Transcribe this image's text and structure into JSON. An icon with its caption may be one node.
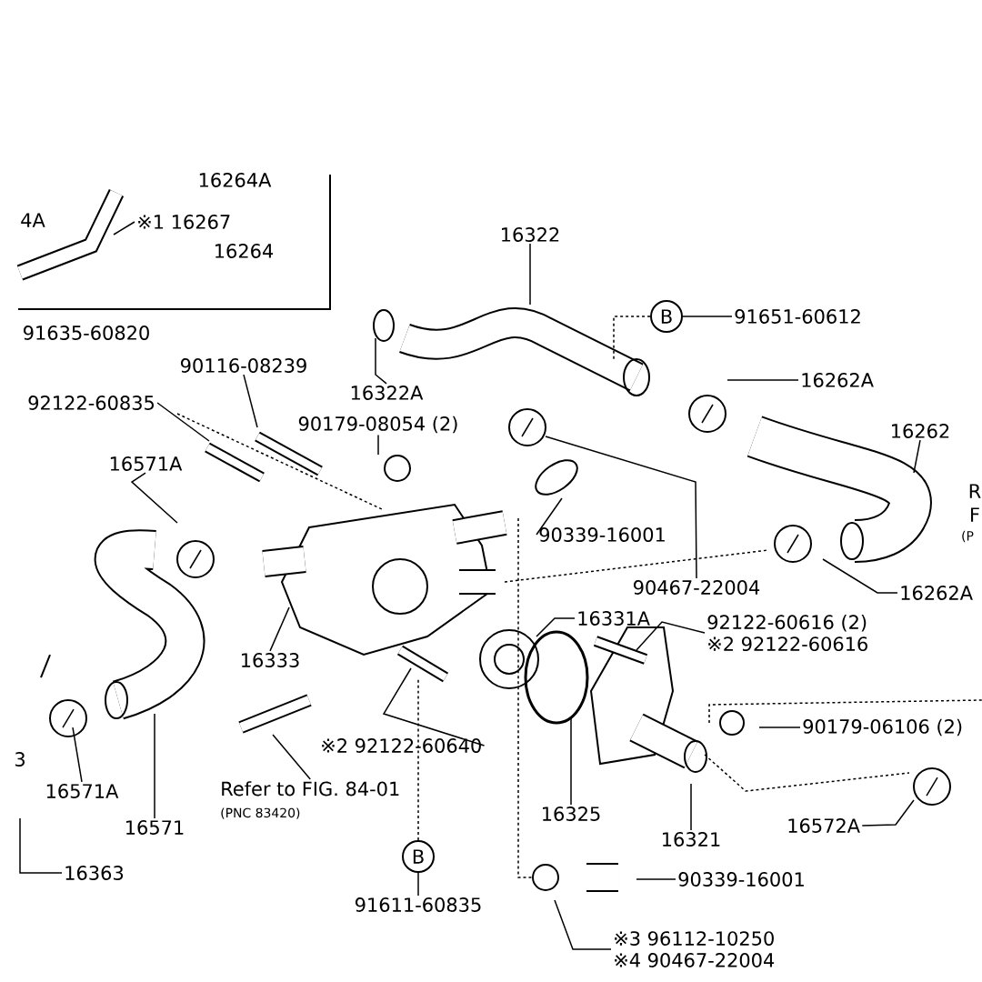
{
  "diagram": {
    "nodes": [
      {
        "text": [
          "※1 16267"
        ]
      },
      {
        "text": [
          "16322"
        ]
      },
      {
        "text": [
          "16322A"
        ]
      },
      {
        "text": [
          "B"
        ]
      },
      {
        "text": [
          "91651-60612"
        ]
      },
      {
        "text": [
          "16262A"
        ]
      },
      {
        "text": [
          "16262"
        ]
      },
      {
        "text": [
          "90116-08239"
        ]
      },
      {
        "text": [
          "92122-60835"
        ]
      },
      {
        "text": [
          "90179-08054 (2)"
        ]
      },
      {
        "text": [
          "16571A"
        ]
      },
      {
        "text": [
          "90339-16001"
        ]
      },
      {
        "text": [
          "90467-22004"
        ]
      },
      {
        "text": [
          "16262A"
        ]
      },
      {
        "text": [
          "16333"
        ]
      },
      {
        "text": [
          "16331A"
        ]
      },
      {
        "text": [
          "92122-60616 (2)",
          "※2 92122-60616"
        ]
      },
      {
        "text": [
          "16571A"
        ]
      },
      {
        "text": [
          "16571"
        ]
      },
      {
        "text": [
          "※2 92122-60640"
        ]
      },
      {
        "text": [
          "Refer to FIG. 84-01",
          "(PNC 83420)"
        ]
      },
      {
        "text": [
          "90179-06106 (2)"
        ]
      },
      {
        "text": [
          "16325"
        ]
      },
      {
        "text": [
          "16321"
        ]
      },
      {
        "text": [
          "16572A"
        ]
      },
      {
        "text": [
          "16363"
        ]
      },
      {
        "text": [
          "B"
        ]
      },
      {
        "text": [
          "91611-60835"
        ]
      },
      {
        "text": [
          "90339-16001"
        ]
      },
      {
        "text": [
          "※3 96112-10250",
          "※4 90467-22004"
        ]
      }
    ],
    "edges": [
      {
        "from": 0,
        "to": null,
        "arrow": "none"
      },
      {
        "from": 1,
        "to": null,
        "arrow": "none"
      },
      {
        "from": 2,
        "to": null,
        "arrow": "none"
      },
      {
        "from": 4,
        "to": 3,
        "arrow": "none"
      },
      {
        "from": 3,
        "to": null,
        "arrow": "none",
        "style": "dashed"
      },
      {
        "from": 5,
        "to": null,
        "arrow": "none"
      },
      {
        "from": 6,
        "to": null,
        "arrow": "none"
      },
      {
        "from": 7,
        "to": null,
        "arrow": "none"
      },
      {
        "from": 8,
        "to": null,
        "arrow": "none"
      },
      {
        "from": 9,
        "to": null,
        "arrow": "none"
      },
      {
        "from": 10,
        "to": null,
        "arrow": "none"
      },
      {
        "from": 11,
        "to": null,
        "arrow": "none"
      },
      {
        "from": 12,
        "to": null,
        "arrow": "none"
      },
      {
        "from": 13,
        "to": null,
        "arrow": "none"
      },
      {
        "from": 14,
        "to": null,
        "arrow": "none"
      },
      {
        "from": 15,
        "to": null,
        "arrow": "none"
      },
      {
        "from": 16,
        "to": null,
        "arrow": "none"
      },
      {
        "from": 17,
        "to": null,
        "arrow": "none"
      },
      {
        "from": 18,
        "to": null,
        "arrow": "none"
      },
      {
        "from": 19,
        "to": null,
        "arrow": "none"
      },
      {
        "from": 20,
        "to": null,
        "arrow": "none"
      },
      {
        "from": 21,
        "to": null,
        "arrow": "none"
      },
      {
        "from": 22,
        "to": null,
        "arrow": "none"
      },
      {
        "from": 23,
        "to": null,
        "arrow": "none"
      },
      {
        "from": 24,
        "to": null,
        "arrow": "none"
      },
      {
        "from": 25,
        "to": null,
        "arrow": "none"
      },
      {
        "from": 27,
        "to": 26,
        "arrow": "none"
      },
      {
        "from": 26,
        "to": null,
        "arrow": "none",
        "style": "dashed"
      },
      {
        "from": 28,
        "to": null,
        "arrow": "none"
      },
      {
        "from": 29,
        "to": null,
        "arrow": "none"
      }
    ],
    "labels": [
      "16264A",
      "4A",
      "16264",
      "91635-60820",
      "3",
      "R",
      "F",
      "(P"
    ]
  }
}
